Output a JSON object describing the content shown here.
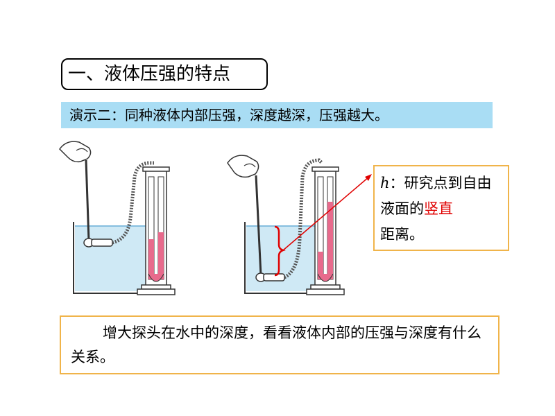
{
  "title": "一、液体压强的特点",
  "demo": "演示二：同种液体内部压强，深度越深，压强越大。",
  "note": {
    "var": "h",
    "part1": "：研究点到自由液面的",
    "highlight": "竖直",
    "part2": "距离。"
  },
  "question": "增大探头在水中的深度，看看液体内部的压强与深度有什么关系。",
  "colors": {
    "demo_bg": "#a9ddf4",
    "box_border": "#f0b44a",
    "highlight": "#e00000",
    "water": "#cfe9f5",
    "manometer_liquid": "#e86a8c",
    "arrow": "#e00000"
  }
}
